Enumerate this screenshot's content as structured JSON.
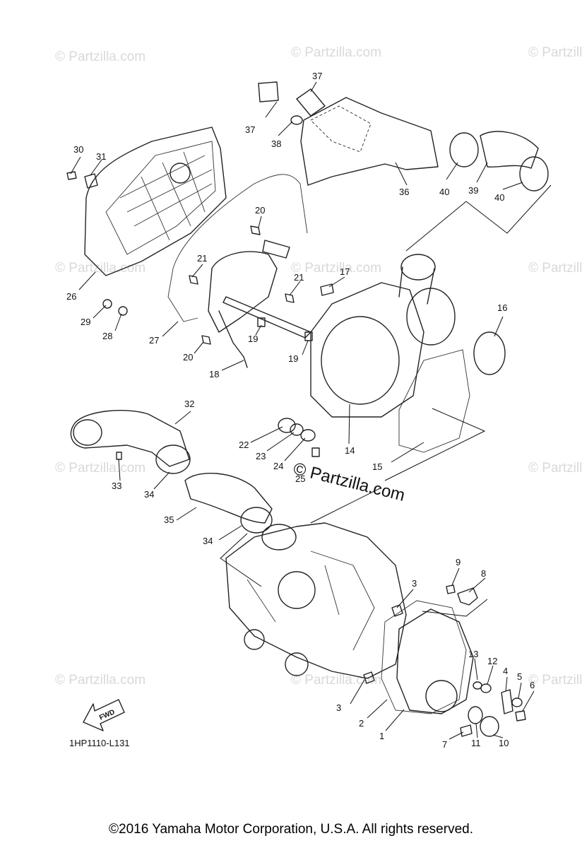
{
  "watermark": "© Partzilla.com",
  "center_watermark": "© Partzilla.com",
  "diagram_code": "1HP1110-L131",
  "fwd_label": "FWD",
  "copyright": "©2016 Yamaha Motor Corporation, U.S.A. All rights reserved.",
  "callouts": [
    "37",
    "37",
    "38",
    "36",
    "40",
    "39",
    "40",
    "30",
    "31",
    "20",
    "21",
    "21",
    "17",
    "16",
    "26",
    "29",
    "28",
    "27",
    "19",
    "19",
    "20",
    "18",
    "32",
    "22",
    "23",
    "24",
    "25",
    "14",
    "15",
    "33",
    "34",
    "35",
    "34",
    "9",
    "8",
    "3",
    "13",
    "12",
    "4",
    "5",
    "6",
    "3",
    "2",
    "1",
    "7",
    "11",
    "10"
  ]
}
